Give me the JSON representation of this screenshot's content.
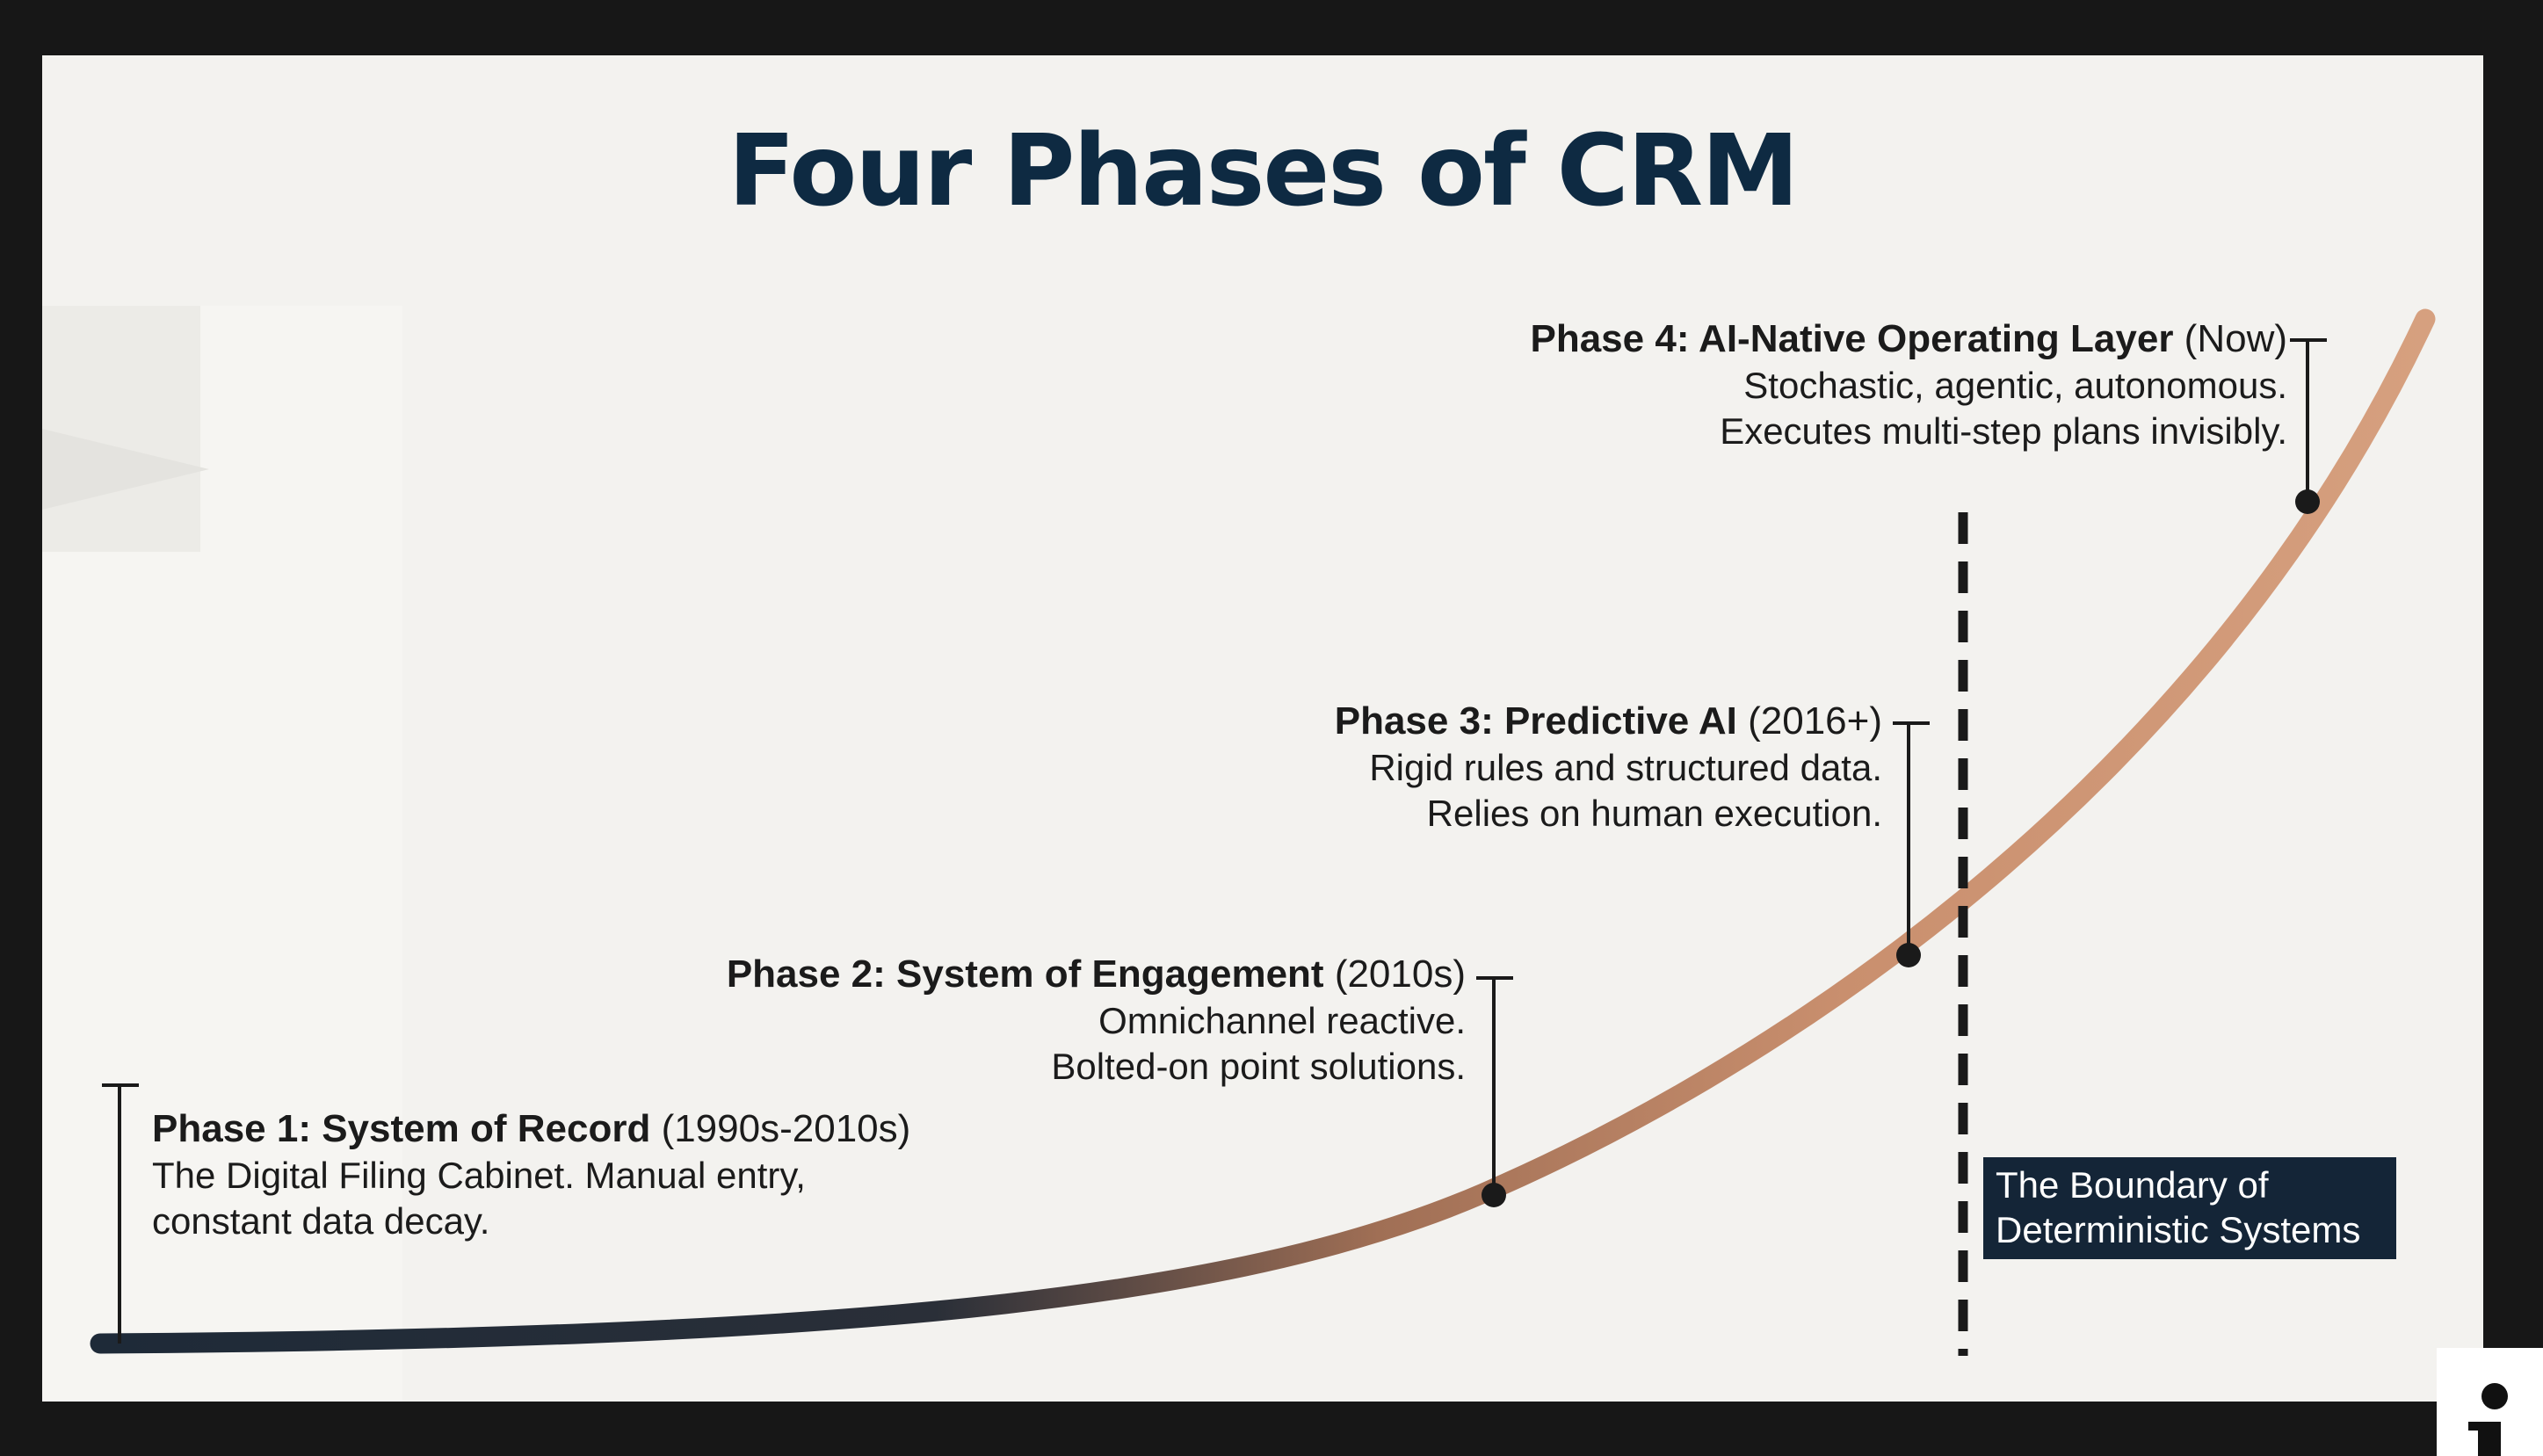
{
  "title": "Four Phases of CRM",
  "phases": [
    {
      "name": "Phase 1: System of Record",
      "period": "(1990s-2010s)",
      "lines": [
        "The Digital Filing Cabinet. Manual entry,",
        "constant data decay."
      ]
    },
    {
      "name": "Phase 2: System of Engagement",
      "period": "(2010s)",
      "lines": [
        "Omnichannel reactive.",
        "Bolted-on point solutions."
      ]
    },
    {
      "name": "Phase 3: Predictive AI",
      "period": "(2016+)",
      "lines": [
        "Rigid rules and structured data.",
        "Relies on human execution."
      ]
    },
    {
      "name": "Phase 4: AI-Native Operating Layer",
      "period": "(Now)",
      "lines": [
        "Stochastic, agentic, autonomous.",
        "Executes multi-step plans invisibly."
      ]
    }
  ],
  "boundary": {
    "lines": [
      "The Boundary of",
      "Deterministic Systems"
    ]
  },
  "colors": {
    "title": "#0e2a42",
    "curve_start": "#1e2a38",
    "curve_end": "#d39a78",
    "boundary_fill": "#142537",
    "marker": "#1a1a1a"
  },
  "icons": {
    "corner": "info-icon"
  }
}
